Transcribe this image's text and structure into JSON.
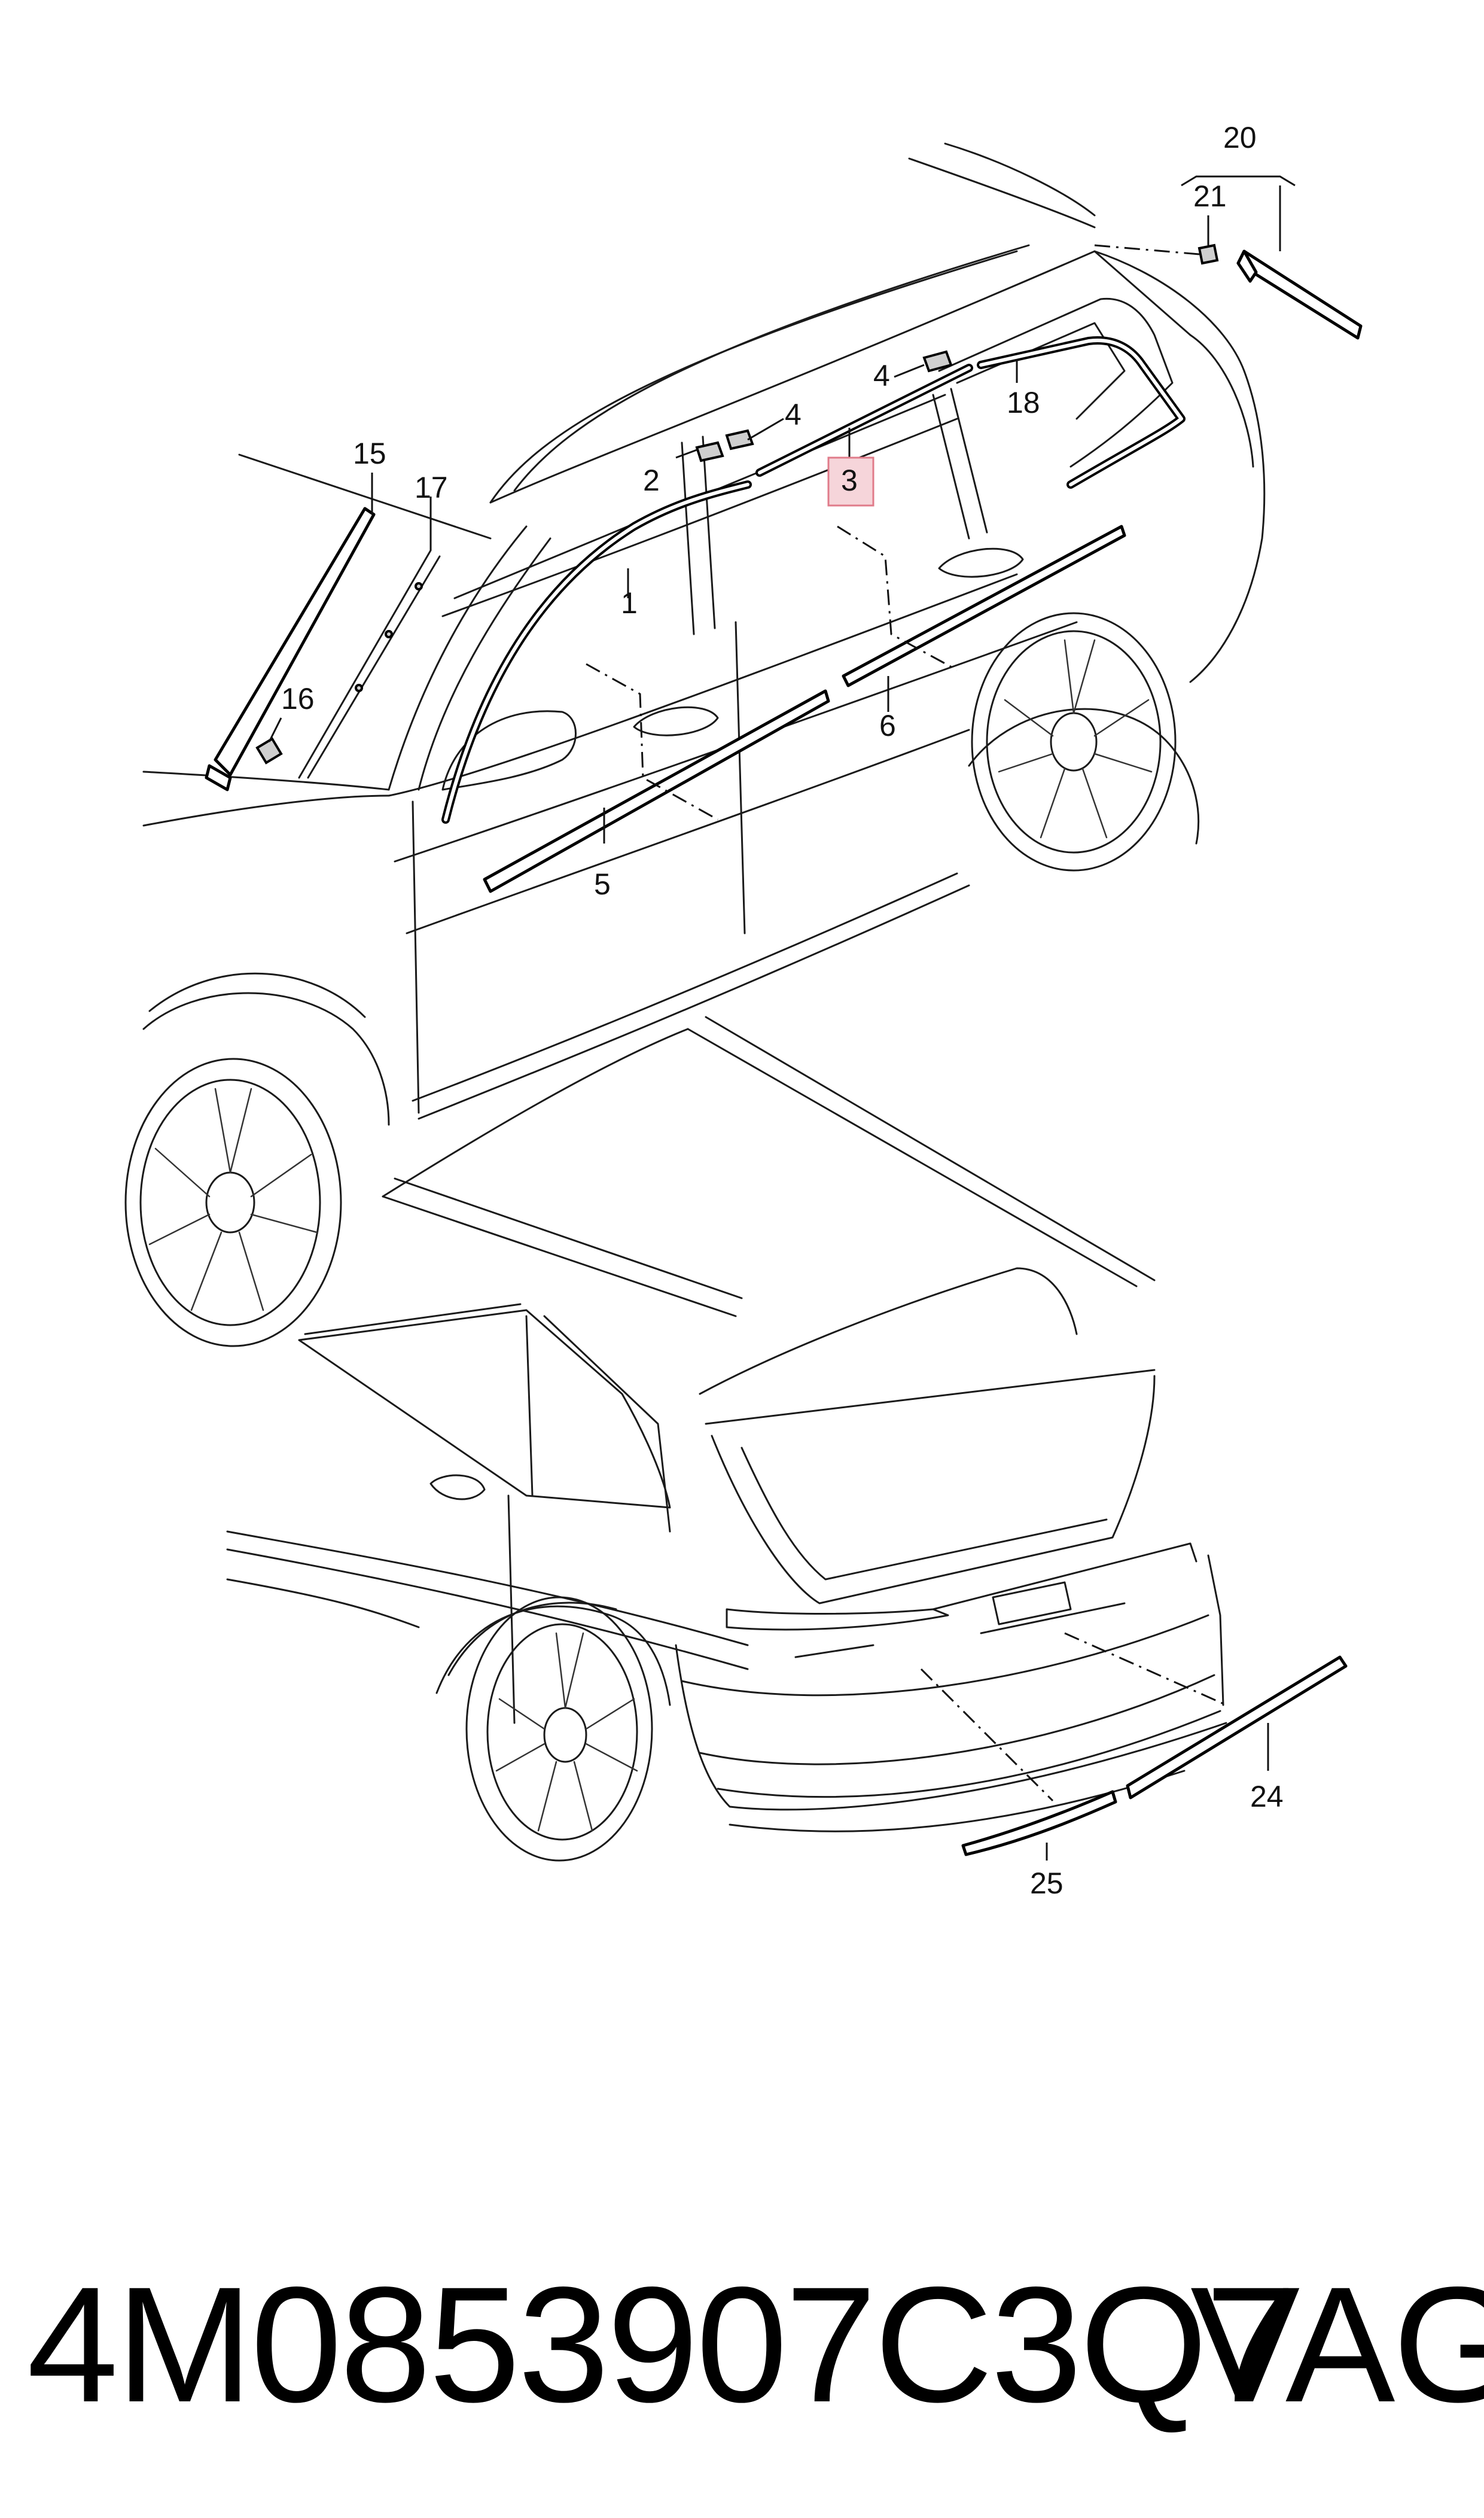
{
  "callouts": {
    "c1": "1",
    "c2": "2",
    "c3": "3",
    "c4a": "4",
    "c4b": "4",
    "c5": "5",
    "c6": "6",
    "c15": "15",
    "c16": "16",
    "c17": "17",
    "c18": "18",
    "c20": "20",
    "c21": "21",
    "c24": "24",
    "c25": "25"
  },
  "highlight_color": "#f6d5da",
  "highlight_stroke": "#e07b8a",
  "footer": {
    "part_number": "4M0853907C3Q7",
    "brand": "VAG"
  }
}
